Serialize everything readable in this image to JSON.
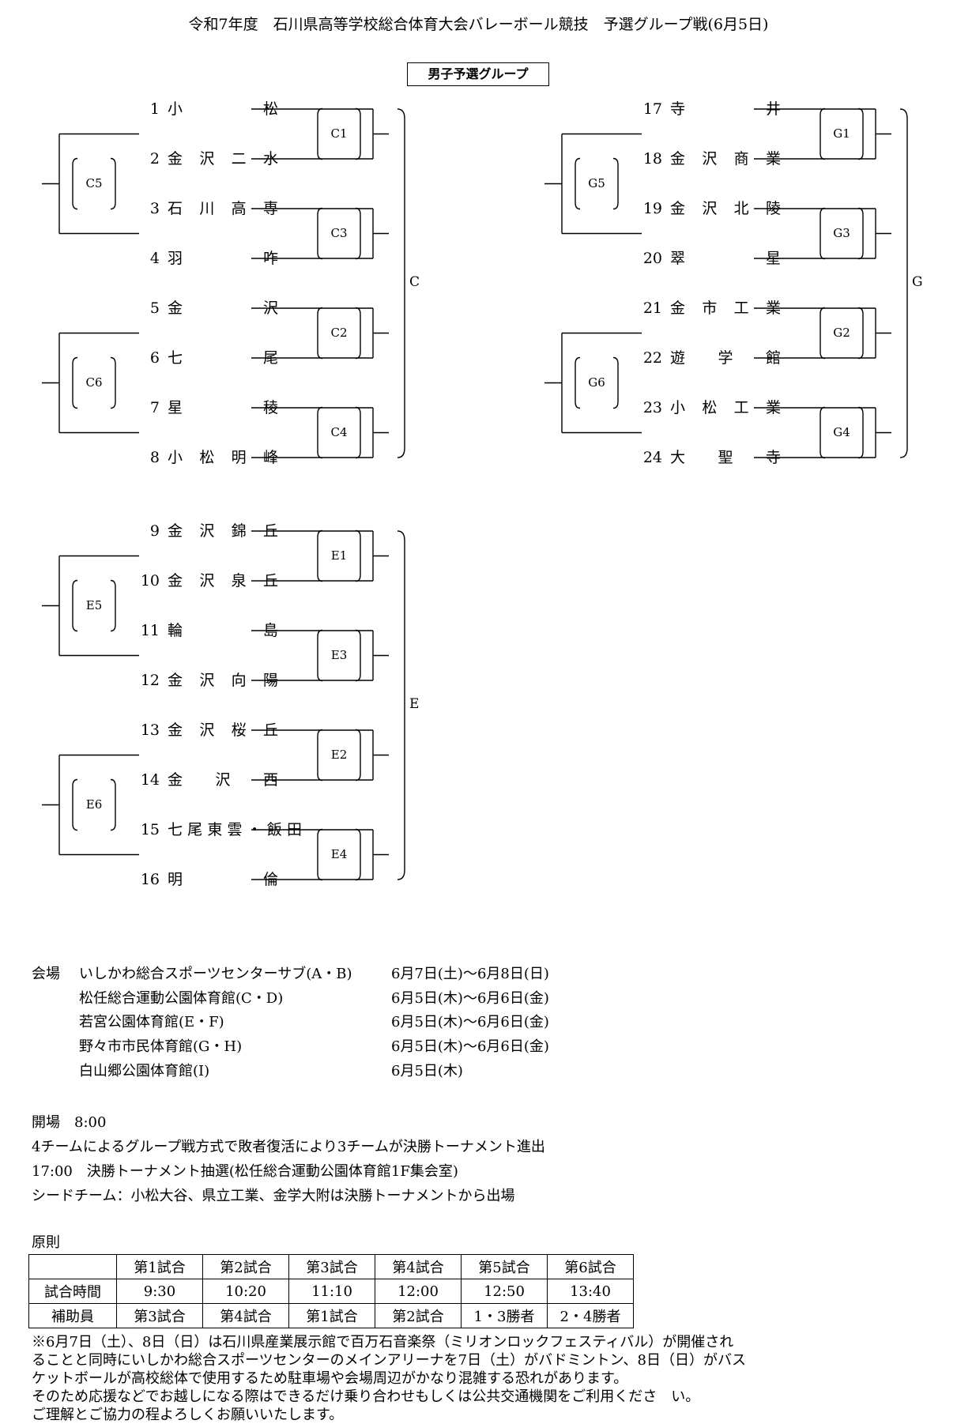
{
  "title": "令和7年度　石川県高等学校総合体育大会バレーボール競技　予選グループ戦(6月5日)",
  "section_title": "男子予選グループ",
  "blocks": [
    {
      "group": "C",
      "matches": [
        "C1",
        "C3",
        "C2",
        "C4"
      ],
      "semis": [
        "C5",
        "C6"
      ],
      "teams": [
        {
          "num": "1",
          "name": "小松"
        },
        {
          "num": "2",
          "name": "金沢二水"
        },
        {
          "num": "3",
          "name": "石川高専"
        },
        {
          "num": "4",
          "name": "羽咋"
        },
        {
          "num": "5",
          "name": "金沢"
        },
        {
          "num": "6",
          "name": "七尾"
        },
        {
          "num": "7",
          "name": "星稜"
        },
        {
          "num": "8",
          "name": "小松明峰"
        }
      ]
    },
    {
      "group": "G",
      "matches": [
        "G1",
        "G3",
        "G2",
        "G4"
      ],
      "semis": [
        "G5",
        "G6"
      ],
      "teams": [
        {
          "num": "17",
          "name": "寺井"
        },
        {
          "num": "18",
          "name": "金沢商業"
        },
        {
          "num": "19",
          "name": "金沢北陵"
        },
        {
          "num": "20",
          "name": "翠星"
        },
        {
          "num": "21",
          "name": "金市工業"
        },
        {
          "num": "22",
          "name": "遊学館"
        },
        {
          "num": "23",
          "name": "小松工業"
        },
        {
          "num": "24",
          "name": "大聖寺"
        }
      ]
    },
    {
      "group": "E",
      "matches": [
        "E1",
        "E3",
        "E2",
        "E4"
      ],
      "semis": [
        "E5",
        "E6"
      ],
      "teams": [
        {
          "num": "9",
          "name": "金沢錦丘"
        },
        {
          "num": "10",
          "name": "金沢泉丘"
        },
        {
          "num": "11",
          "name": "輪島"
        },
        {
          "num": "12",
          "name": "金沢向陽"
        },
        {
          "num": "13",
          "name": "金沢桜丘"
        },
        {
          "num": "14",
          "name": "金沢西"
        },
        {
          "num": "15",
          "name": "七尾東雲・飯田"
        },
        {
          "num": "16",
          "name": "明倫"
        }
      ]
    }
  ],
  "venues": {
    "label": "会場",
    "items": [
      {
        "place": "いしかわ総合スポーツセンターサブ(A・B)",
        "dates": "6月7日(土)～6月8日(日)"
      },
      {
        "place": "松任総合運動公園体育館(C・D)",
        "dates": "6月5日(木)～6月6日(金)"
      },
      {
        "place": "若宮公園体育館(E・F)",
        "dates": "6月5日(木)～6月6日(金)"
      },
      {
        "place": "野々市市民体育館(G・H)",
        "dates": "6月5日(木)～6月6日(金)"
      },
      {
        "place": "白山郷公園体育館(I)",
        "dates": "6月5日(木)"
      }
    ]
  },
  "info_lines": [
    "開場　8:00",
    "4チームによるグループ戦方式で敗者復活により3チームが決勝トーナメント進出",
    "17:00　決勝トーナメント抽選(松任総合運動公園体育館1F集会室)",
    "シードチーム：小松大谷、県立工業、金学大附は決勝トーナメントから出場"
  ],
  "principle_label": "原則",
  "schedule": {
    "headers": [
      "",
      "第1試合",
      "第2試合",
      "第3試合",
      "第4試合",
      "第5試合",
      "第6試合"
    ],
    "rows": [
      [
        "試合時間",
        "9:30",
        "10:20",
        "11:10",
        "12:00",
        "12:50",
        "13:40"
      ],
      [
        "補助員",
        "第3試合",
        "第4試合",
        "第1試合",
        "第2試合",
        "1・3勝者",
        "2・4勝者"
      ]
    ]
  },
  "notes": [
    "※6月7日（土）、8日（日）は石川県産業展示館で百万石音楽祭（ミリオンロックフェスティバル）が開催され",
    "ることと同時にいしかわ総合スポーツセンターのメインアリーナを7日（土）がバドミントン、8日（日）がバス",
    "ケットボールが高校総体で使用するため駐車場や会場周辺がかなり混雑する恐れがあります。",
    "そのため応援などでお越しになる際はできるだけ乗り合わせもしくは公共交通機関をご利用くださ　い。",
    "ご理解とご協力の程よろしくお願いいたします。"
  ]
}
